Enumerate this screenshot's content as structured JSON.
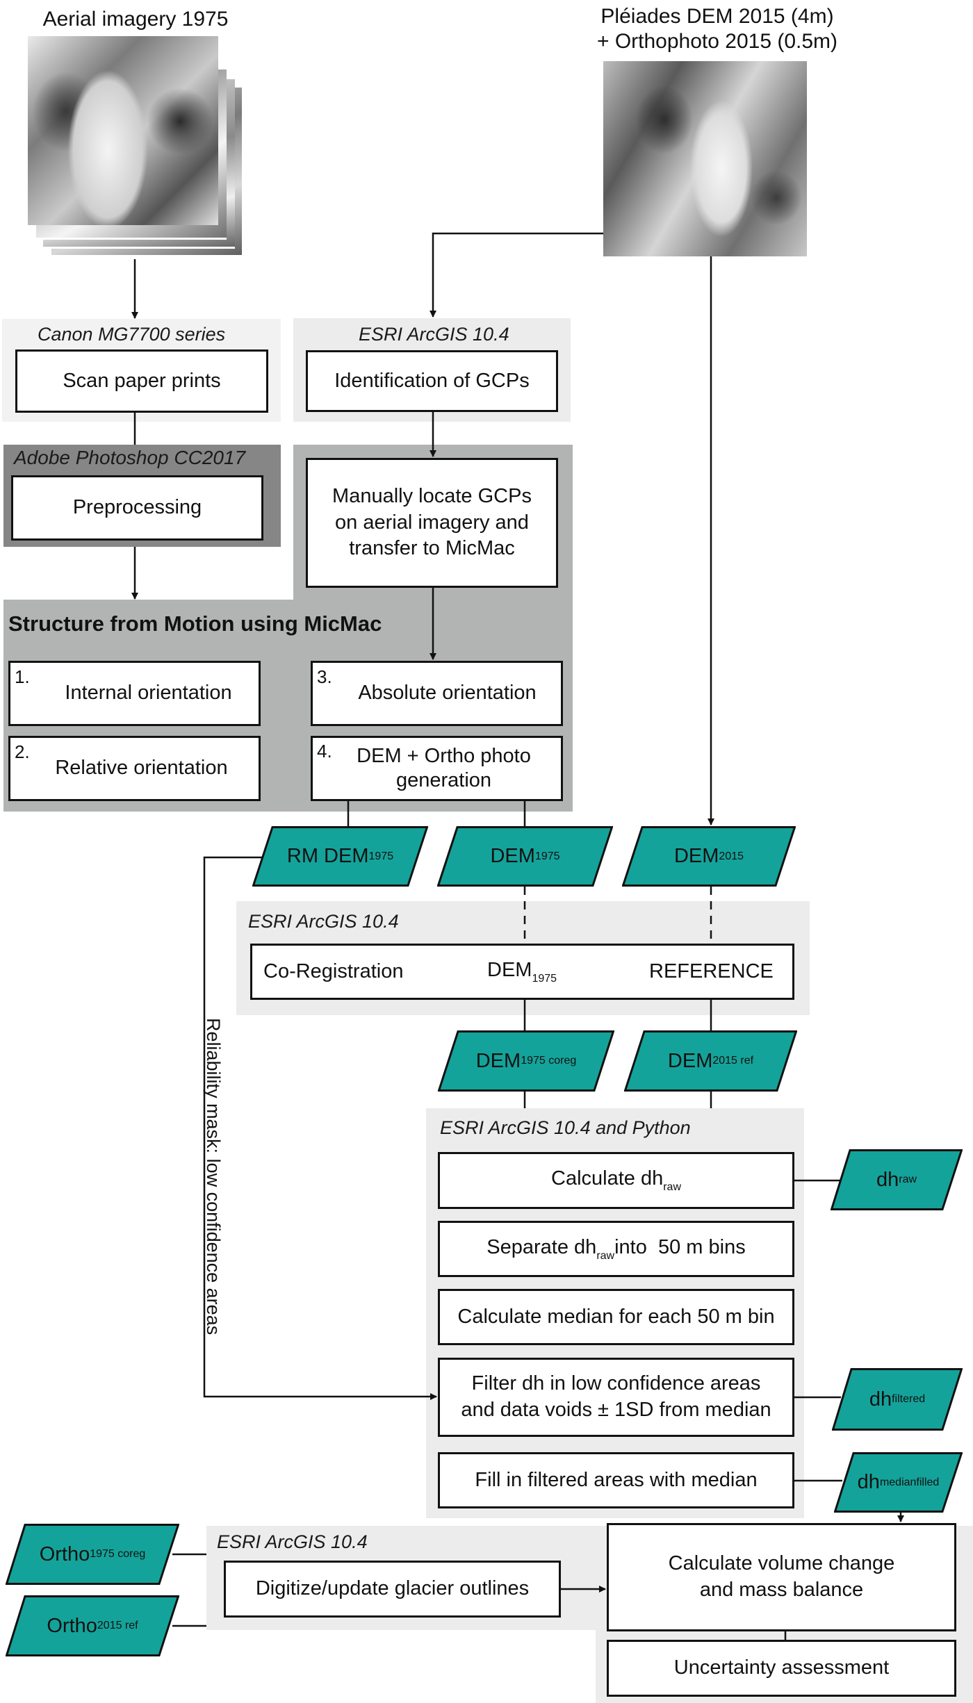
{
  "colors": {
    "data_product": "#14a39a",
    "outline": "#111111",
    "panel_light": "#f2f2f2",
    "panel_mid": "#ececec",
    "panel_gray": "#b2b3b3",
    "panel_dark": "#868686"
  },
  "inputs": {
    "aerial_title": "Aerial imagery 1975",
    "pleiades_title_line1": "Pléiades DEM 2015 (4m)",
    "pleiades_title_line2": "+ Orthophoto 2015 (0.5m)"
  },
  "panels": {
    "canon": {
      "title": "Canon MG7700 series",
      "step": "Scan paper prints"
    },
    "esri_gcp": {
      "title": "ESRI ArcGIS 10.4",
      "step": "Identification of GCPs"
    },
    "photoshop": {
      "title": "Adobe Photoshop CC2017",
      "step": "Preprocessing"
    },
    "manual_gcp": {
      "step_line1": "Manually locate GCPs",
      "step_line2": "on aerial imagery and",
      "step_line3": "transfer to MicMac"
    },
    "micmac": {
      "title": "Structure from Motion using MicMac",
      "steps": [
        {
          "num": "1.",
          "label": "Internal orientation"
        },
        {
          "num": "2.",
          "label": "Relative orientation"
        },
        {
          "num": "3.",
          "label": "Absolute orientation"
        },
        {
          "num": "4.",
          "label_line1": "DEM + Ortho photo",
          "label_line2": "generation"
        }
      ]
    },
    "coreg": {
      "title": "ESRI ArcGIS 10.4",
      "col1": "Co-Registration",
      "col2_main": "DEM",
      "col2_sub": "1975",
      "col3": "REFERENCE"
    },
    "python": {
      "title": "ESRI ArcGIS 10.4 and Python",
      "steps": [
        {
          "main": "Calculate dh",
          "sub": "raw"
        },
        {
          "pre": "Separate dh",
          "sub": "raw",
          "post": "into  50 m bins"
        },
        {
          "main": "Calculate median for each 50 m bin"
        },
        {
          "line1": "Filter dh in low confidence areas",
          "line2": "and data voids ± 1SD from median"
        },
        {
          "main": "Fill in filtered areas with median"
        }
      ]
    },
    "final": {
      "title": "ESRI ArcGIS 10.4",
      "digitize": "Digitize/update glacier outlines",
      "volume_line1": "Calculate volume change",
      "volume_line2": "and mass balance",
      "uncertainty": "Uncertainty assessment"
    }
  },
  "products": {
    "rm_dem": {
      "main": "RM DEM",
      "sub": "1975"
    },
    "dem1975": {
      "main": "DEM",
      "sub": "1975"
    },
    "dem2015": {
      "main": "DEM",
      "sub": "2015"
    },
    "dem1975_coreg": {
      "main": "DEM",
      "sub": "1975 coreg"
    },
    "dem2015_ref": {
      "main": "DEM",
      "sub": "2015 ref"
    },
    "dh_raw": {
      "main": "dh",
      "sub": "raw"
    },
    "dh_filtered": {
      "main": "dh",
      "sub": "filtered"
    },
    "dh_medianfilled": {
      "main": "dh",
      "sub": "medianfilled"
    },
    "ortho1975": {
      "main": "Ortho",
      "sub": "1975 coreg"
    },
    "ortho2015": {
      "main": "Ortho",
      "sub": "2015 ref"
    }
  },
  "reliability_label": "Reliability mask: low confidence areas"
}
